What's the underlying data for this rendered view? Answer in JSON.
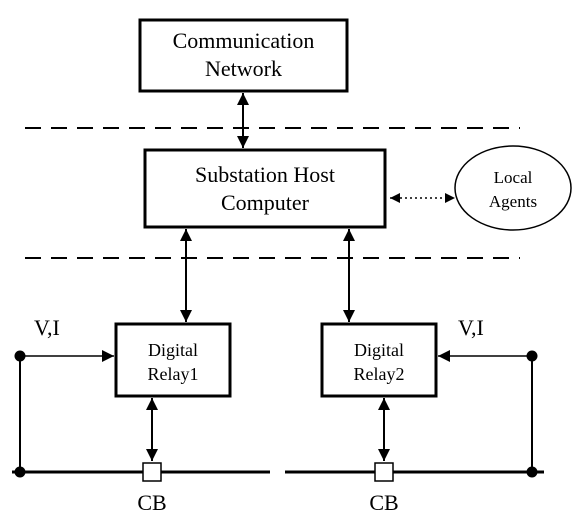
{
  "diagram": {
    "network_box": {
      "line1": "Communication",
      "line2": "Network"
    },
    "host_box": {
      "line1": "Substation Host",
      "line2": "Computer"
    },
    "agents_ellipse": {
      "line1": "Local",
      "line2": "Agents"
    },
    "relay1_box": {
      "line1": "Digital",
      "line2": "Relay1"
    },
    "relay2_box": {
      "line1": "Digital",
      "line2": "Relay2"
    },
    "vi_left": "V,I",
    "vi_right": "V,I",
    "cb_left": "CB",
    "cb_right": "CB"
  }
}
